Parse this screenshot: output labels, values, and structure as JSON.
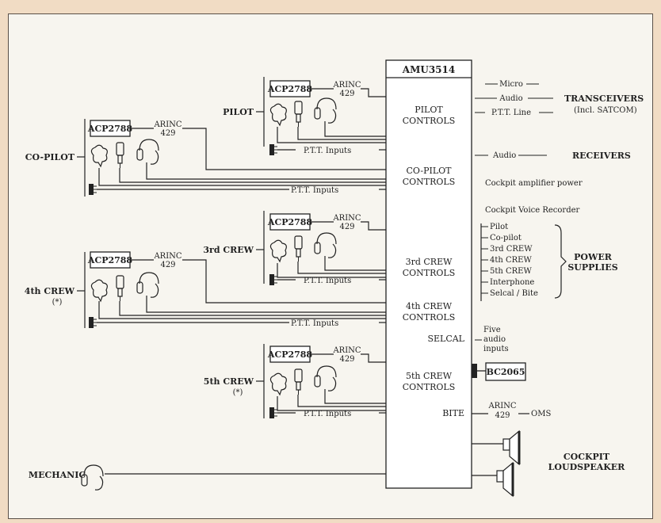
{
  "amu": {
    "title": "AMU3514",
    "sections": [
      [
        "PILOT",
        "CONTROLS"
      ],
      [
        "CO-PILOT",
        "CONTROLS"
      ],
      [
        "3rd CREW",
        "CONTROLS"
      ],
      [
        "4th CREW",
        "CONTROLS"
      ],
      [
        "5th CREW",
        "CONTROLS"
      ]
    ],
    "selcal": "SELCAL",
    "bite": "BITE"
  },
  "stations": [
    {
      "id": "pilot",
      "name": "PILOT",
      "note": "",
      "panel": "ACP2788",
      "bus": [
        "ARINC",
        "429"
      ],
      "ptt": "P.T.T. Inputs"
    },
    {
      "id": "copilot",
      "name": "CO-PILOT",
      "note": "",
      "panel": "ACP2788",
      "bus": [
        "ARINC",
        "429"
      ],
      "ptt": "P.T.T. Inputs"
    },
    {
      "id": "crew3",
      "name": "3rd CREW",
      "note": "",
      "panel": "ACP2788",
      "bus": [
        "ARINC",
        "429"
      ],
      "ptt": "P.T.T. Inputs"
    },
    {
      "id": "crew4",
      "name": "4th CREW",
      "note": "(*)",
      "panel": "ACP2788",
      "bus": [
        "ARINC",
        "429"
      ],
      "ptt": "P.T.T. Inputs"
    },
    {
      "id": "crew5",
      "name": "5th CREW",
      "note": "(*)",
      "panel": "ACP2788",
      "bus": [
        "ARINC",
        "429"
      ],
      "ptt": "P.T.T. Inputs"
    }
  ],
  "mechanic": "MECHANIC",
  "transceivers": {
    "signals": [
      "Micro",
      "Audio",
      "P.T.T. Line"
    ],
    "label": "TRANSCEIVERS",
    "sub": "(Incl. SATCOM)"
  },
  "receivers": {
    "signal": "Audio",
    "label": "RECEIVERS"
  },
  "amp_power": "Cockpit amplifier power",
  "voice_recorder": "Cockpit Voice Recorder",
  "power": {
    "items": [
      "Pilot",
      "Co-pilot",
      "3rd CREW",
      "4th CREW",
      "5th CREW",
      "Interphone",
      "Selcal / Bite"
    ],
    "label": [
      "POWER",
      "SUPPLIES"
    ]
  },
  "selcal_inputs": [
    "Five",
    "audio",
    "inputs"
  ],
  "bc": "BC2065",
  "bite_bus": [
    "ARINC",
    "429"
  ],
  "oms": "OMS",
  "speaker": [
    "COCKPIT",
    "LOUDSPEAKER"
  ]
}
